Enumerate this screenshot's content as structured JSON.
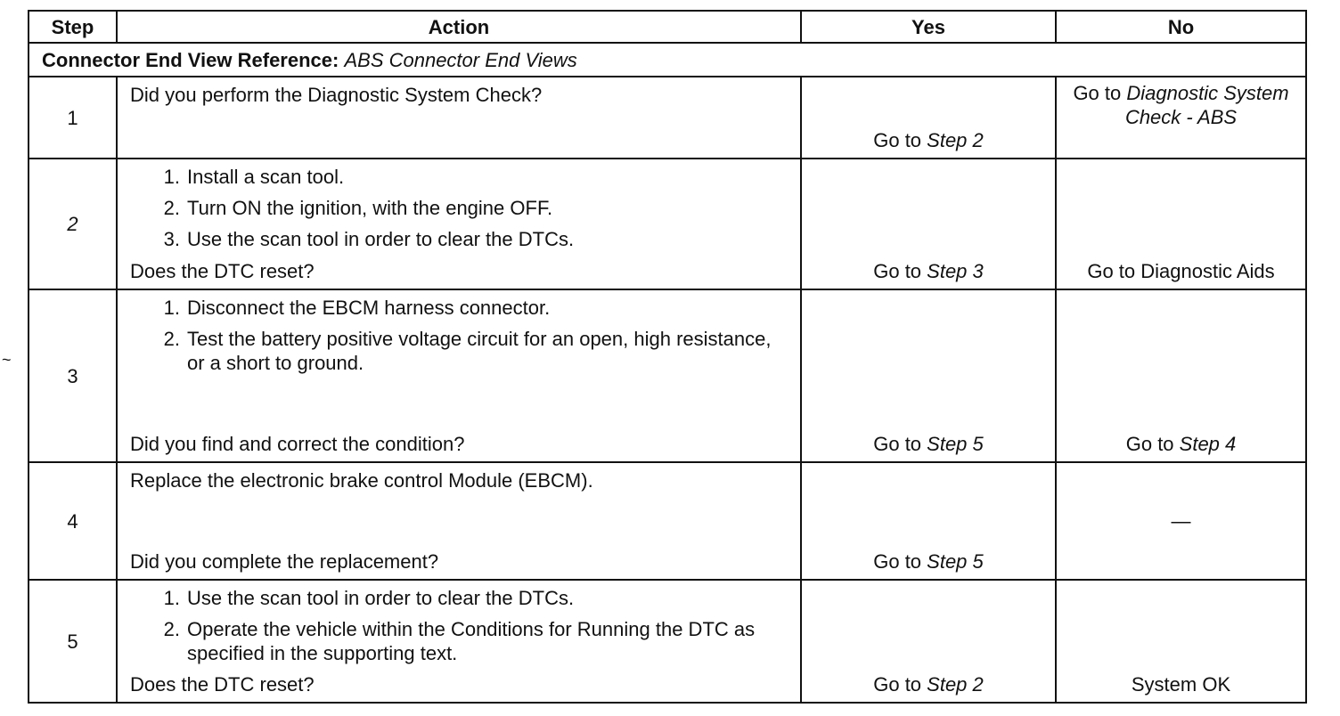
{
  "headers": {
    "step": "Step",
    "action": "Action",
    "yes": "Yes",
    "no": "No"
  },
  "reference": {
    "label": "Connector End View Reference:",
    "link": "ABS Connector End Views"
  },
  "stray_mark": "~",
  "rows": [
    {
      "step": "1",
      "intro": "Did you perform the Diagnostic System Check?",
      "yes_prefix": "Go to ",
      "yes_link": "Step 2",
      "no_prefix": "Go to ",
      "no_link": "Diagnostic System Check - ABS"
    },
    {
      "step": "2",
      "items": [
        {
          "num": "1.",
          "text": "Install a scan tool."
        },
        {
          "num": "2.",
          "text": "Turn ON the ignition, with the engine OFF."
        },
        {
          "num": "3.",
          "text": "Use the scan tool in order to clear the DTCs."
        }
      ],
      "question": "Does the DTC reset?",
      "yes_prefix": "Go to ",
      "yes_link": "Step 3",
      "no_text": "Go to Diagnostic Aids"
    },
    {
      "step": "3",
      "items": [
        {
          "num": "1.",
          "text": "Disconnect the EBCM harness connector."
        },
        {
          "num": "2.",
          "text": "Test the battery positive voltage circuit for an open, high resistance, or a short to ground."
        }
      ],
      "question": "Did you find and correct the condition?",
      "yes_prefix": "Go to ",
      "yes_link": "Step 5",
      "no_prefix": "Go to ",
      "no_link": "Step 4"
    },
    {
      "step": "4",
      "intro": "Replace the electronic brake control Module (EBCM).",
      "question": "Did you complete the replacement?",
      "yes_prefix": "Go to ",
      "yes_link": "Step 5",
      "no_text": "—"
    },
    {
      "step": "5",
      "items": [
        {
          "num": "1.",
          "text": "Use the scan tool in order to clear the DTCs."
        },
        {
          "num": "2.",
          "text": "Operate the vehicle within the Conditions for Running the DTC as specified in the supporting text."
        }
      ],
      "question": "Does the DTC reset?",
      "yes_prefix": "Go to ",
      "yes_link": "Step 2",
      "no_text": "System OK"
    }
  ]
}
